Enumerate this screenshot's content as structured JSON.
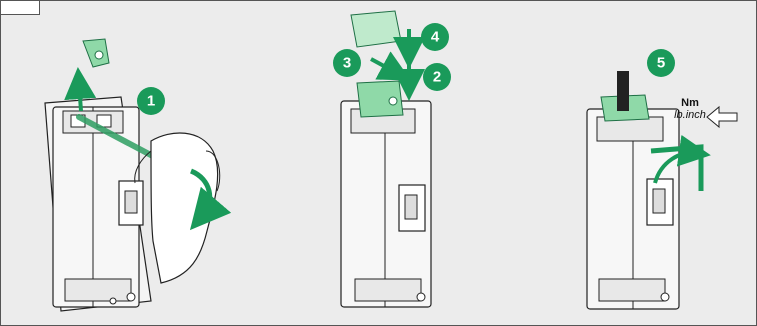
{
  "steps": [
    {
      "number": "1"
    },
    {
      "number": "2"
    },
    {
      "number": "3"
    },
    {
      "number": "4"
    },
    {
      "number": "5"
    }
  ],
  "torque": {
    "unit": "Nm",
    "unit_alt": "lb.inch"
  },
  "colors": {
    "accent_green": "#1a9a5a",
    "cover_green": "#8fd9a8",
    "cover_green_dark": "#2f9f63",
    "background": "#ececec",
    "breaker_fill": "#f4f4f4",
    "outline": "#222222"
  }
}
